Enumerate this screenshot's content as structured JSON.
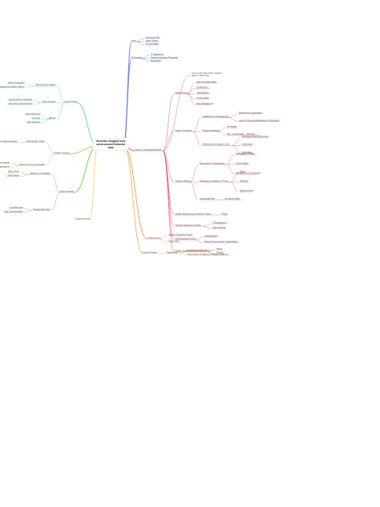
{
  "root": {
    "lines": [
      "Generate insights from",
      "unstructured financial",
      "data"
    ],
    "accent": "#f2d340"
  },
  "branches": [
    {
      "key": "input",
      "label": "Input",
      "color": "#5a6fd6",
      "children": [
        "Structured Text",
        "Asset Outline",
        "Protocol Bank"
      ]
    },
    {
      "key": "technology",
      "label": "Technology",
      "color": "#4a78d8",
      "children": [
        "IT Department",
        "Natural Language Processing",
        "Big Module"
      ]
    },
    {
      "key": "steps",
      "label": "Steps for Financial Notebook",
      "color": "#e0385a",
      "intro": [
        "It is an early data-driven analysis",
        "Report / Document"
      ],
      "groups": [
        {
          "label": "Data Process",
          "children": [
            "Data And Data quality",
            "Qualification",
            "Classification",
            "Contextualise",
            "Data Management"
          ]
        },
        {
          "label": "Insight Generation",
          "children": [
            {
              "label": "Qualification of Management",
              "children": [
                "Examine the organization",
                "Logic of Financing Management Information"
              ]
            },
            {
              "label": "Recommendations",
              "children": [
                "Investigate",
                "Sell - of information - Valuation"
              ]
            },
            {
              "label": "Distinction the Liquidity Code",
              "children": [
                "Participants Dashboard Flow",
                "Operational",
                "Information"
              ]
            }
          ]
        },
        {
          "label": "Decision Making",
          "children": [
            {
              "label": "Perspective of Organization",
              "children": [
                "Participation of Plan",
                "Future Market",
                "Management of Customers"
              ]
            },
            {
              "label": "Fluctuating Conditions of Trend",
              "children": [
                "Trend",
                "Tendency",
                "Reduced Level"
              ]
            },
            {
              "label": "Operational Plan",
              "children": [
                "Executive Ability"
              ]
            }
          ]
        },
        {
          "label": "Quality Assessment of Previous Report",
          "children": [
            "Result"
          ]
        },
        {
          "label": "Timeline Attachment Activity",
          "children": [
            "IT Management",
            "Data Selection"
          ]
        },
        {
          "label": "Final Document Fixed",
          "children": [
            "Annual Report",
            "Result to Summarise / Shareholders"
          ]
        },
        {
          "label": "Pattern Graph of Revised Process",
          "children": [
            "Result",
            "Results"
          ]
        }
      ]
    },
    {
      "key": "achieve",
      "label": "Achievements",
      "color": "#ef8a2c",
      "children": [
        "Efficient Business Report",
        "Action Plan"
      ]
    },
    {
      "key": "success",
      "label": "Success Ratios",
      "color": "#f2a63c",
      "children": [
        {
          "label": "Organization",
          "children": [
            "Production of Short Term",
            "Performance of Values for Budget Fulfilment"
          ]
        }
      ]
    },
    {
      "key": "issues",
      "label": "Issues Faced",
      "color": "#35c6d6",
      "children": [
        {
          "label": "Data Quantity Insights",
          "children": [
            "Data is Integrated",
            "Unorganised Data Accumulation Report"
          ]
        },
        {
          "label": "Data Structure",
          "children": [
            "Structured Non Uniformity",
            "Reporting Inconsistencies"
          ]
        },
        {
          "label": "Method",
          "children": [
            "Metric Mismatch",
            "Automate",
            "Data Selection"
          ]
        }
      ]
    },
    {
      "key": "problem",
      "label": "Problem Solving",
      "color": "#7acf3a",
      "children": [
        {
          "label": "Data Quality Check",
          "children": [
            "Standardisation Data Integration"
          ]
        },
        {
          "label": "Data Structure Fixed Model",
          "children": [
            "Data Analysis",
            "Testing Collaborations"
          ]
        }
      ]
    },
    {
      "key": "measure",
      "label": "Goals Achieved",
      "color": "#4fbf3a",
      "children": [
        {
          "label": "Efficiency of Workflow",
          "children": [
            "Saving Time",
            "Data Validity"
          ]
        },
        {
          "label": "Timeline Reduction",
          "children": [
            "Cost Reduction",
            "Data Communication"
          ]
        }
      ]
    },
    {
      "key": "lesson",
      "label": "Lesson Learned",
      "color": "#f4d452",
      "children": []
    }
  ]
}
